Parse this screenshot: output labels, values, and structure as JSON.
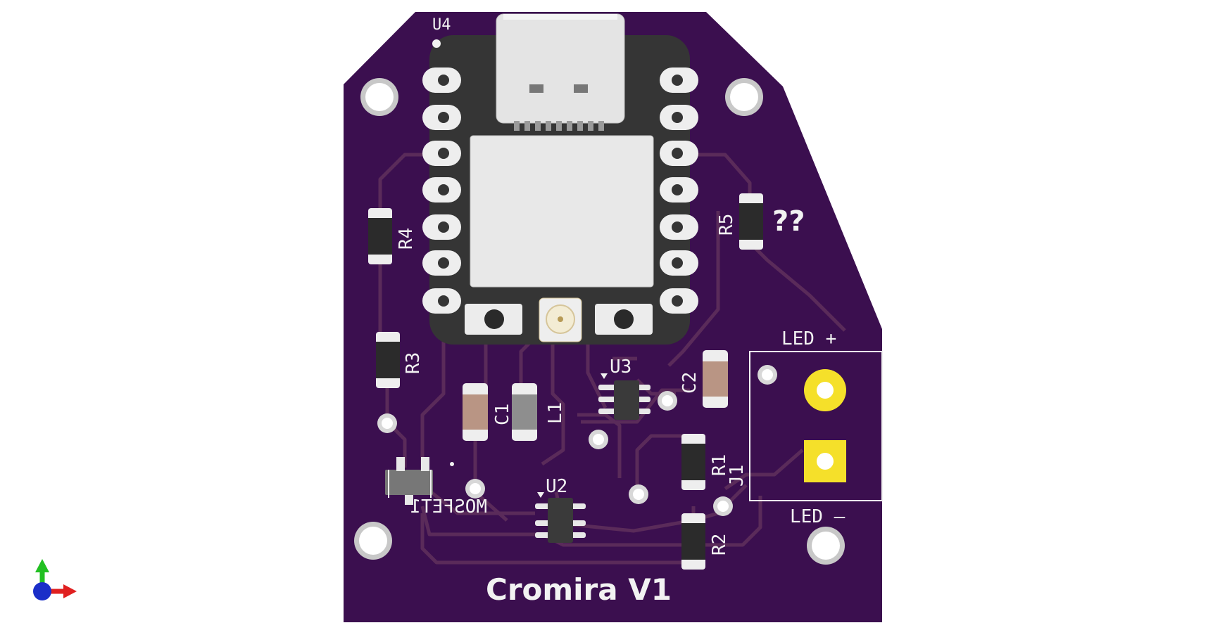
{
  "board": {
    "title": "Cromira V1",
    "question_mark": "??",
    "led_plus": "LED +",
    "led_minus": "LED –",
    "colors": {
      "soldermask": "#3b0f4f",
      "trace": "#5a2b5a",
      "pad_gold": "#f5e02a",
      "silk": "#f2f2f2",
      "module": "#3a3a3a"
    }
  },
  "components": {
    "U4": "U4",
    "R1": "R1",
    "R2": "R2",
    "R3": "R3",
    "R4": "R4",
    "R5": "R5",
    "C1": "C1",
    "C2": "C2",
    "L1": "L1",
    "U2": "U2",
    "U3": "U3",
    "J1": "J1",
    "MOSFET1": "MOSFET1"
  },
  "axis_icon": "xyz-axis-icon"
}
